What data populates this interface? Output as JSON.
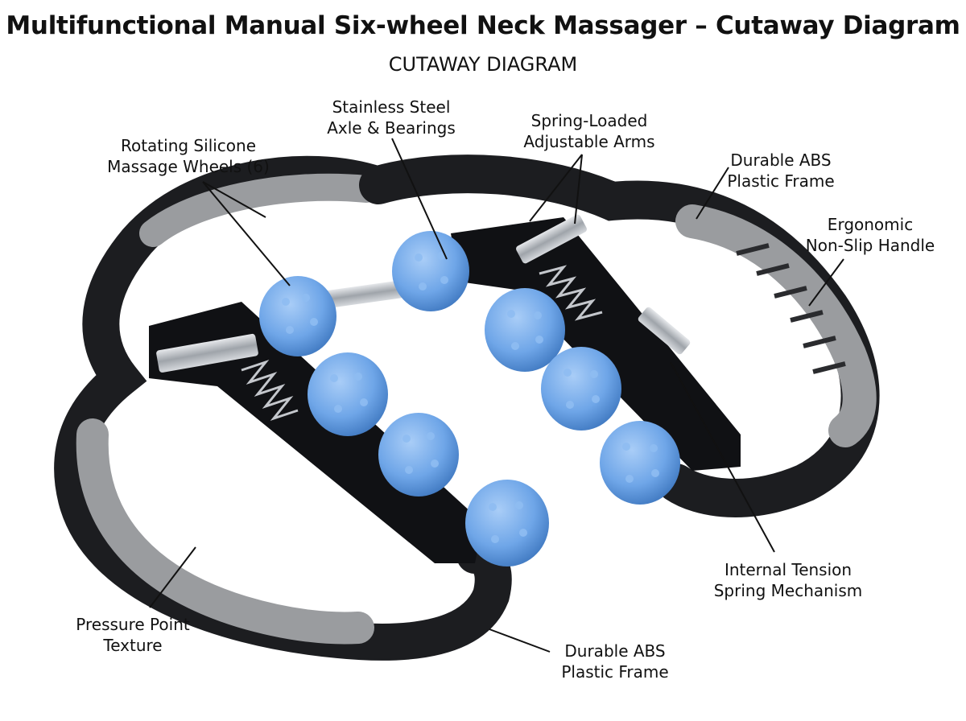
{
  "title": "Multifunctional Manual Six-wheel Neck Massager – Cutaway Diagram",
  "subtitle": "CUTAWAY DIAGRAM",
  "labels": {
    "wheels": [
      "Rotating Silicone",
      "Massage Wheels (6)"
    ],
    "axle": [
      "Stainless Steel",
      "Axle & Bearings"
    ],
    "arms": [
      "Spring-Loaded",
      "Adjustable Arms"
    ],
    "frame_top": [
      "Durable ABS",
      "Plastic Frame"
    ],
    "handle": [
      "Ergonomic",
      "Non-Slip Handle"
    ],
    "spring": [
      "Internal Tension",
      "Spring Mechanism"
    ],
    "texture": [
      "Pressure Point",
      "Texture"
    ],
    "frame_bottom": [
      "Durable ABS",
      "Plastic Frame"
    ]
  },
  "colors": {
    "frame": "#1c1d20",
    "grip": "#9a9c9f",
    "wheel": "#6fa6e8",
    "metal": "#b8bcc2"
  }
}
